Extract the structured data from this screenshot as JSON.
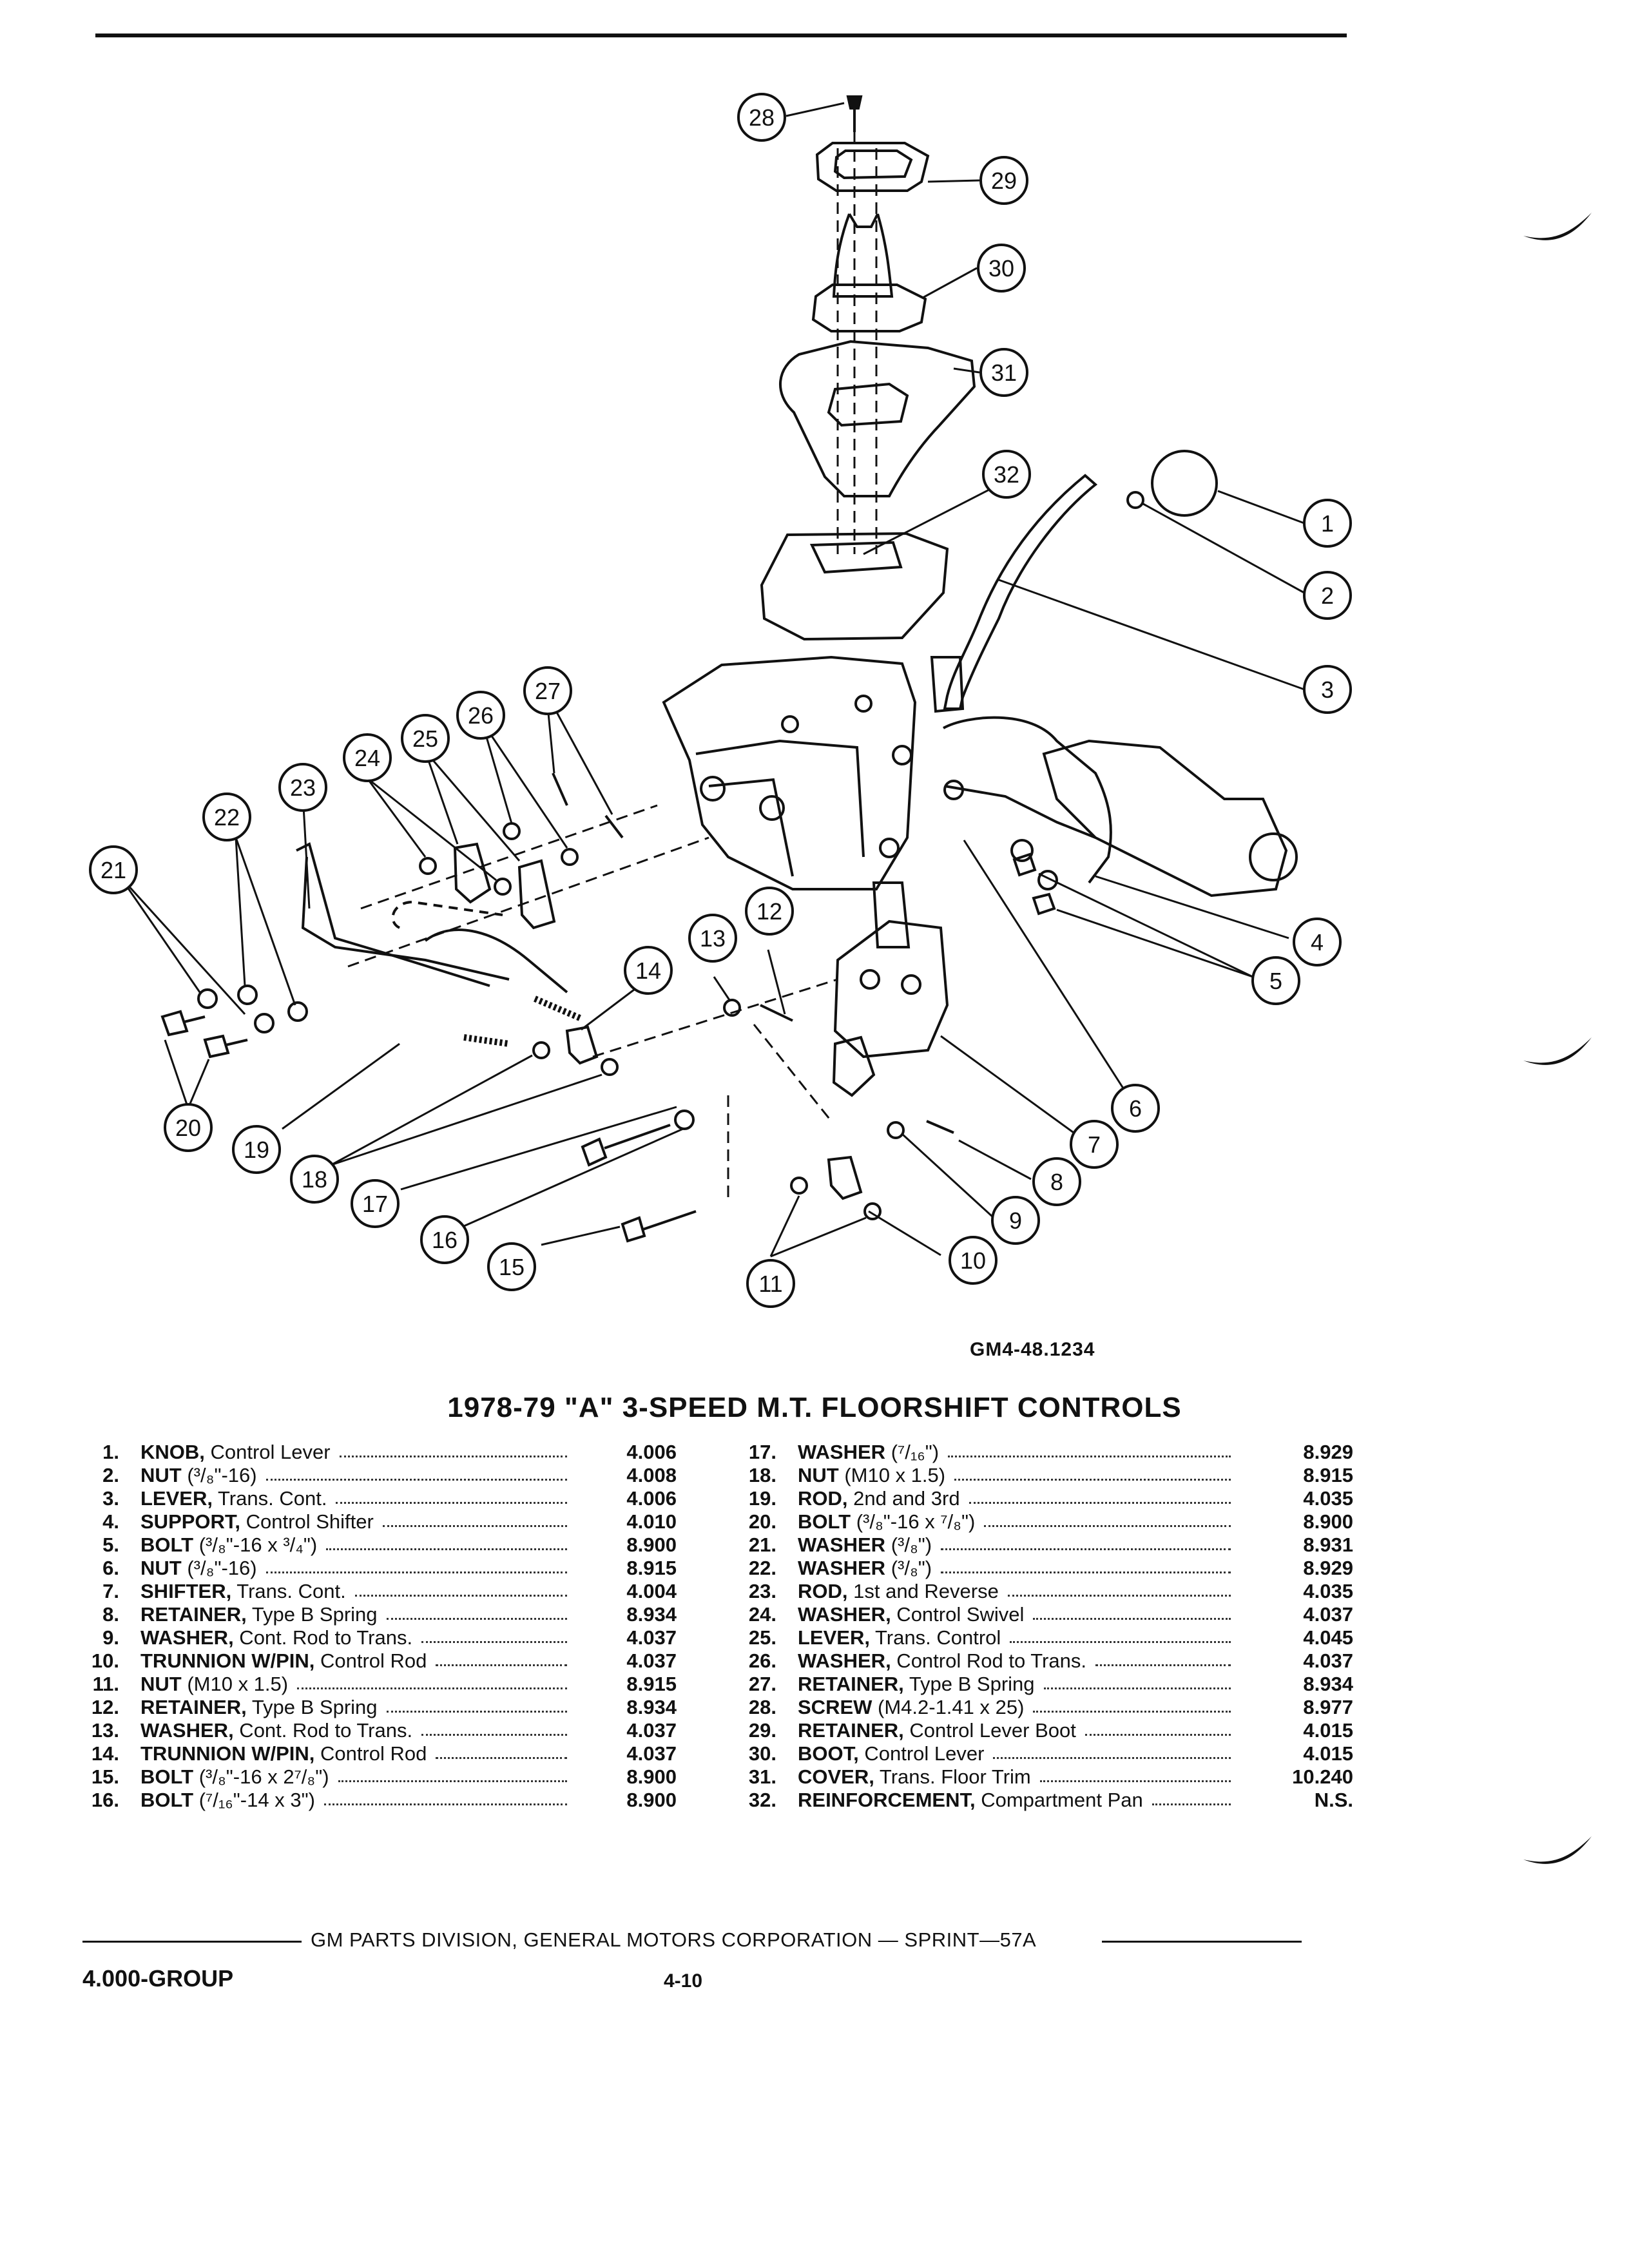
{
  "figure_id": "GM4-48.1234",
  "title": "1978-79 \"A\" 3-SPEED M.T. FLOORSHIFT CONTROLS",
  "diagram": {
    "callouts": [
      "1",
      "2",
      "3",
      "4",
      "5",
      "6",
      "7",
      "8",
      "9",
      "10",
      "11",
      "12",
      "13",
      "14",
      "15",
      "16",
      "17",
      "18",
      "19",
      "20",
      "21",
      "22",
      "23",
      "24",
      "25",
      "26",
      "27",
      "28",
      "29",
      "30",
      "31",
      "32"
    ]
  },
  "parts_left": [
    {
      "num": "1.",
      "name": "KNOB,",
      "desc": " Control Lever",
      "code": "4.006"
    },
    {
      "num": "2.",
      "name": "NUT",
      "desc": " (³/₈\"-16)",
      "code": "4.008"
    },
    {
      "num": "3.",
      "name": "LEVER,",
      "desc": " Trans. Cont.",
      "code": "4.006"
    },
    {
      "num": "4.",
      "name": "SUPPORT,",
      "desc": " Control Shifter",
      "code": "4.010"
    },
    {
      "num": "5.",
      "name": "BOLT",
      "desc": " (³/₈\"-16 x ³/₄\")",
      "code": "8.900"
    },
    {
      "num": "6.",
      "name": "NUT",
      "desc": " (³/₈\"-16)",
      "code": "8.915"
    },
    {
      "num": "7.",
      "name": "SHIFTER,",
      "desc": " Trans. Cont.",
      "code": "4.004"
    },
    {
      "num": "8.",
      "name": "RETAINER,",
      "desc": " Type B Spring",
      "code": "8.934"
    },
    {
      "num": "9.",
      "name": "WASHER,",
      "desc": " Cont. Rod to Trans.",
      "code": "4.037"
    },
    {
      "num": "10.",
      "name": "TRUNNION W/PIN,",
      "desc": " Control Rod",
      "code": "4.037"
    },
    {
      "num": "11.",
      "name": "NUT",
      "desc": " (M10 x 1.5)",
      "code": "8.915"
    },
    {
      "num": "12.",
      "name": "RETAINER,",
      "desc": " Type B Spring",
      "code": "8.934"
    },
    {
      "num": "13.",
      "name": "WASHER,",
      "desc": " Cont. Rod to Trans.",
      "code": "4.037"
    },
    {
      "num": "14.",
      "name": "TRUNNION W/PIN,",
      "desc": " Control Rod",
      "code": "4.037"
    },
    {
      "num": "15.",
      "name": "BOLT",
      "desc": " (³/₈\"-16 x 2⁷/₈\")",
      "code": "8.900"
    },
    {
      "num": "16.",
      "name": "BOLT",
      "desc": " (⁷/₁₆\"-14 x 3\")",
      "code": "8.900"
    }
  ],
  "parts_right": [
    {
      "num": "17.",
      "name": "WASHER",
      "desc": " (⁷/₁₆\")",
      "code": "8.929"
    },
    {
      "num": "18.",
      "name": "NUT",
      "desc": " (M10 x 1.5)",
      "code": "8.915"
    },
    {
      "num": "19.",
      "name": "ROD,",
      "desc": " 2nd and 3rd",
      "code": "4.035"
    },
    {
      "num": "20.",
      "name": "BOLT",
      "desc": " (³/₈\"-16 x ⁷/₈\")",
      "code": "8.900"
    },
    {
      "num": "21.",
      "name": "WASHER",
      "desc": " (³/₈\")",
      "code": "8.931"
    },
    {
      "num": "22.",
      "name": "WASHER",
      "desc": " (³/₈\")",
      "code": "8.929"
    },
    {
      "num": "23.",
      "name": "ROD,",
      "desc": " 1st and Reverse",
      "code": "4.035"
    },
    {
      "num": "24.",
      "name": "WASHER,",
      "desc": " Control Swivel",
      "code": "4.037"
    },
    {
      "num": "25.",
      "name": "LEVER,",
      "desc": " Trans. Control",
      "code": "4.045"
    },
    {
      "num": "26.",
      "name": "WASHER,",
      "desc": " Control Rod to Trans.",
      "code": "4.037"
    },
    {
      "num": "27.",
      "name": "RETAINER,",
      "desc": " Type B Spring",
      "code": "8.934"
    },
    {
      "num": "28.",
      "name": "SCREW",
      "desc": " (M4.2-1.41 x 25)",
      "code": "8.977"
    },
    {
      "num": "29.",
      "name": "RETAINER,",
      "desc": " Control Lever Boot",
      "code": "4.015"
    },
    {
      "num": "30.",
      "name": "BOOT,",
      "desc": " Control Lever",
      "code": "4.015"
    },
    {
      "num": "31.",
      "name": "COVER,",
      "desc": " Trans. Floor Trim",
      "code": "10.240"
    },
    {
      "num": "32.",
      "name": "REINFORCEMENT,",
      "desc": " Compartment Pan",
      "code": "N.S."
    }
  ],
  "footer": {
    "text": "GM PARTS DIVISION, GENERAL MOTORS CORPORATION — SPRINT—57A",
    "group": "4.000-GROUP",
    "page": "4-10"
  }
}
